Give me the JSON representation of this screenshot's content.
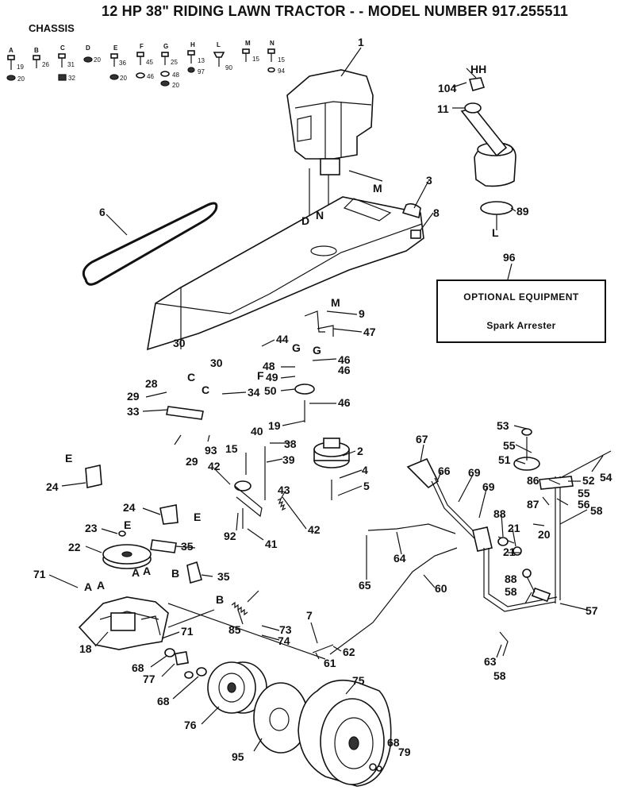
{
  "title": "12 HP 38\" RIDING LAWN TRACTOR - - MODEL NUMBER 917.255511",
  "section_label": "CHASSIS",
  "hardware_key": [
    {
      "letter": "A",
      "nums": [
        "19",
        "20"
      ]
    },
    {
      "letter": "B",
      "nums": [
        "26"
      ]
    },
    {
      "letter": "C",
      "nums": [
        "31",
        "32"
      ]
    },
    {
      "letter": "D",
      "nums": [
        "20"
      ]
    },
    {
      "letter": "E",
      "nums": [
        "36",
        "20"
      ]
    },
    {
      "letter": "F",
      "nums": [
        "45",
        "46"
      ]
    },
    {
      "letter": "G",
      "nums": [
        "25",
        "48",
        "20"
      ]
    },
    {
      "letter": "H",
      "nums": [
        "13",
        "97"
      ]
    },
    {
      "letter": "L",
      "nums": [
        "90"
      ]
    },
    {
      "letter": "M",
      "nums": [
        "15"
      ]
    },
    {
      "letter": "N",
      "nums": [
        "15",
        "94"
      ]
    }
  ],
  "optional_equipment": {
    "ref": "96",
    "title": "OPTIONAL EQUIPMENT",
    "item": "Spark Arrester"
  },
  "callouts": [
    "1",
    "HH",
    "104",
    "11",
    "3",
    "8",
    "89",
    "6",
    "M",
    "D",
    "N",
    "M",
    "9",
    "47",
    "44",
    "G",
    "G",
    "46",
    "48",
    "46",
    "49",
    "50",
    "46",
    "30",
    "30",
    "28",
    "29",
    "33",
    "34",
    "19",
    "2",
    "4",
    "5",
    "15",
    "40",
    "38",
    "39",
    "93",
    "29",
    "42",
    "43",
    "42",
    "41",
    "92",
    "24",
    "24",
    "22",
    "23",
    "35",
    "35",
    "71",
    "71",
    "18",
    "68",
    "77",
    "68",
    "76",
    "95",
    "75",
    "68",
    "79",
    "85",
    "73",
    "74",
    "7",
    "61",
    "62",
    "60",
    "64",
    "65",
    "67",
    "66",
    "69",
    "69",
    "88",
    "21",
    "21",
    "88",
    "58",
    "57",
    "63",
    "58",
    "53",
    "55",
    "51",
    "86",
    "52",
    "55",
    "56",
    "54",
    "87",
    "20",
    "58",
    "E",
    "E",
    "E",
    "A",
    "A",
    "A",
    "A",
    "B",
    "B",
    "C",
    "C",
    "F",
    "L"
  ]
}
